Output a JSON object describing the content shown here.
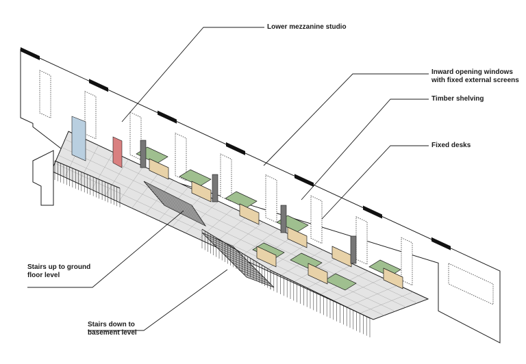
{
  "labels": {
    "mezzanine": "Lower mezzanine studio",
    "windows_line1": "Inward opening windows",
    "windows_line2": "with fixed external screens",
    "shelving": "Timber shelving",
    "desks": "Fixed desks",
    "stairs_up_line1": "Stairs up to ground",
    "stairs_up_line2": "floor level",
    "stairs_down_line1": "Stairs down to",
    "stairs_down_line2": "basement level"
  },
  "colors": {
    "line": "#1a1a1a",
    "floor": "#e4e4e4",
    "wall": "#ffffff",
    "desk": "#9fbf8f",
    "timber": "#e8d2a8",
    "screen": "#5a5a5a",
    "glass": "#b9cfe0",
    "accent_red": "#d98080"
  }
}
